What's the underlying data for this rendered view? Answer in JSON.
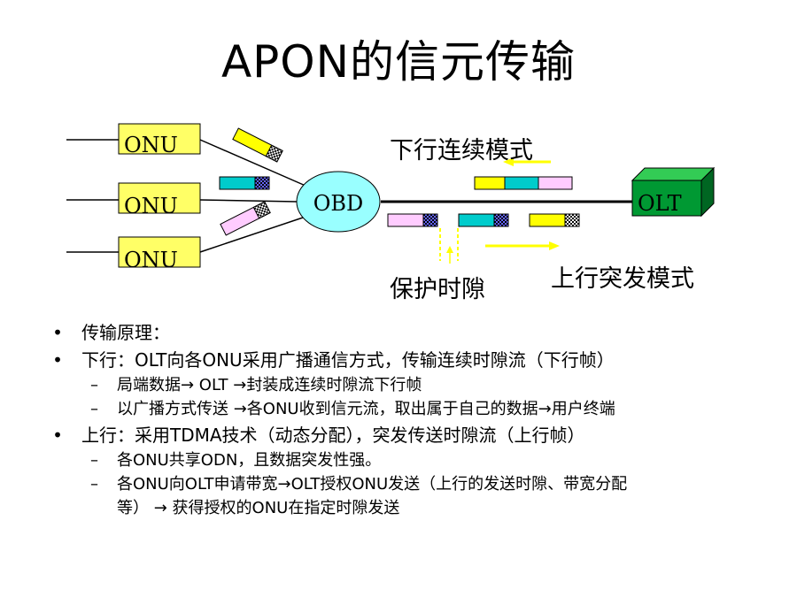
{
  "title": "APON的信元传输",
  "diagram": {
    "onu_labels": [
      "ONU",
      "ONU",
      "ONU"
    ],
    "obd_label": "OBD",
    "olt_label": "OLT",
    "downstream_mode": "下行连续模式",
    "upstream_mode": "上行突发模式",
    "guard_time": "保护时隙",
    "colors": {
      "onu_fill": "#ffff66",
      "obd_fill": "#99ffff",
      "olt_fill": "#009933",
      "teal": "#00cccc",
      "pink": "#ffccff",
      "yellow": "#ffff00",
      "arrow_yellow": "#ffff00",
      "line": "#000000"
    }
  },
  "bullets": [
    {
      "marker": "•",
      "text": "传输原理：",
      "subs": []
    },
    {
      "marker": "•",
      "text": "下行：OLT向各ONU采用广播通信方式，传输连续时隙流（下行帧）",
      "subs": [
        {
          "marker": "–",
          "text": "局端数据→ OLT →封装成连续时隙流下行帧"
        },
        {
          "marker": "–",
          "text": "以广播方式传送 →各ONU收到信元流，取出属于自己的数据→用户终端"
        }
      ]
    },
    {
      "marker": "•",
      "text": "上行：采用TDMA技术（动态分配），突发传送时隙流（上行帧）",
      "subs": [
        {
          "marker": "–",
          "text": "各ONU共享ODN，且数据突发性强。"
        },
        {
          "marker": "–",
          "text": "各ONU向OLT申请带宽→OLT授权ONU发送（上行的发送时隙、带宽分配",
          "cont": "等） → 获得授权的ONU在指定时隙发送"
        }
      ]
    }
  ]
}
